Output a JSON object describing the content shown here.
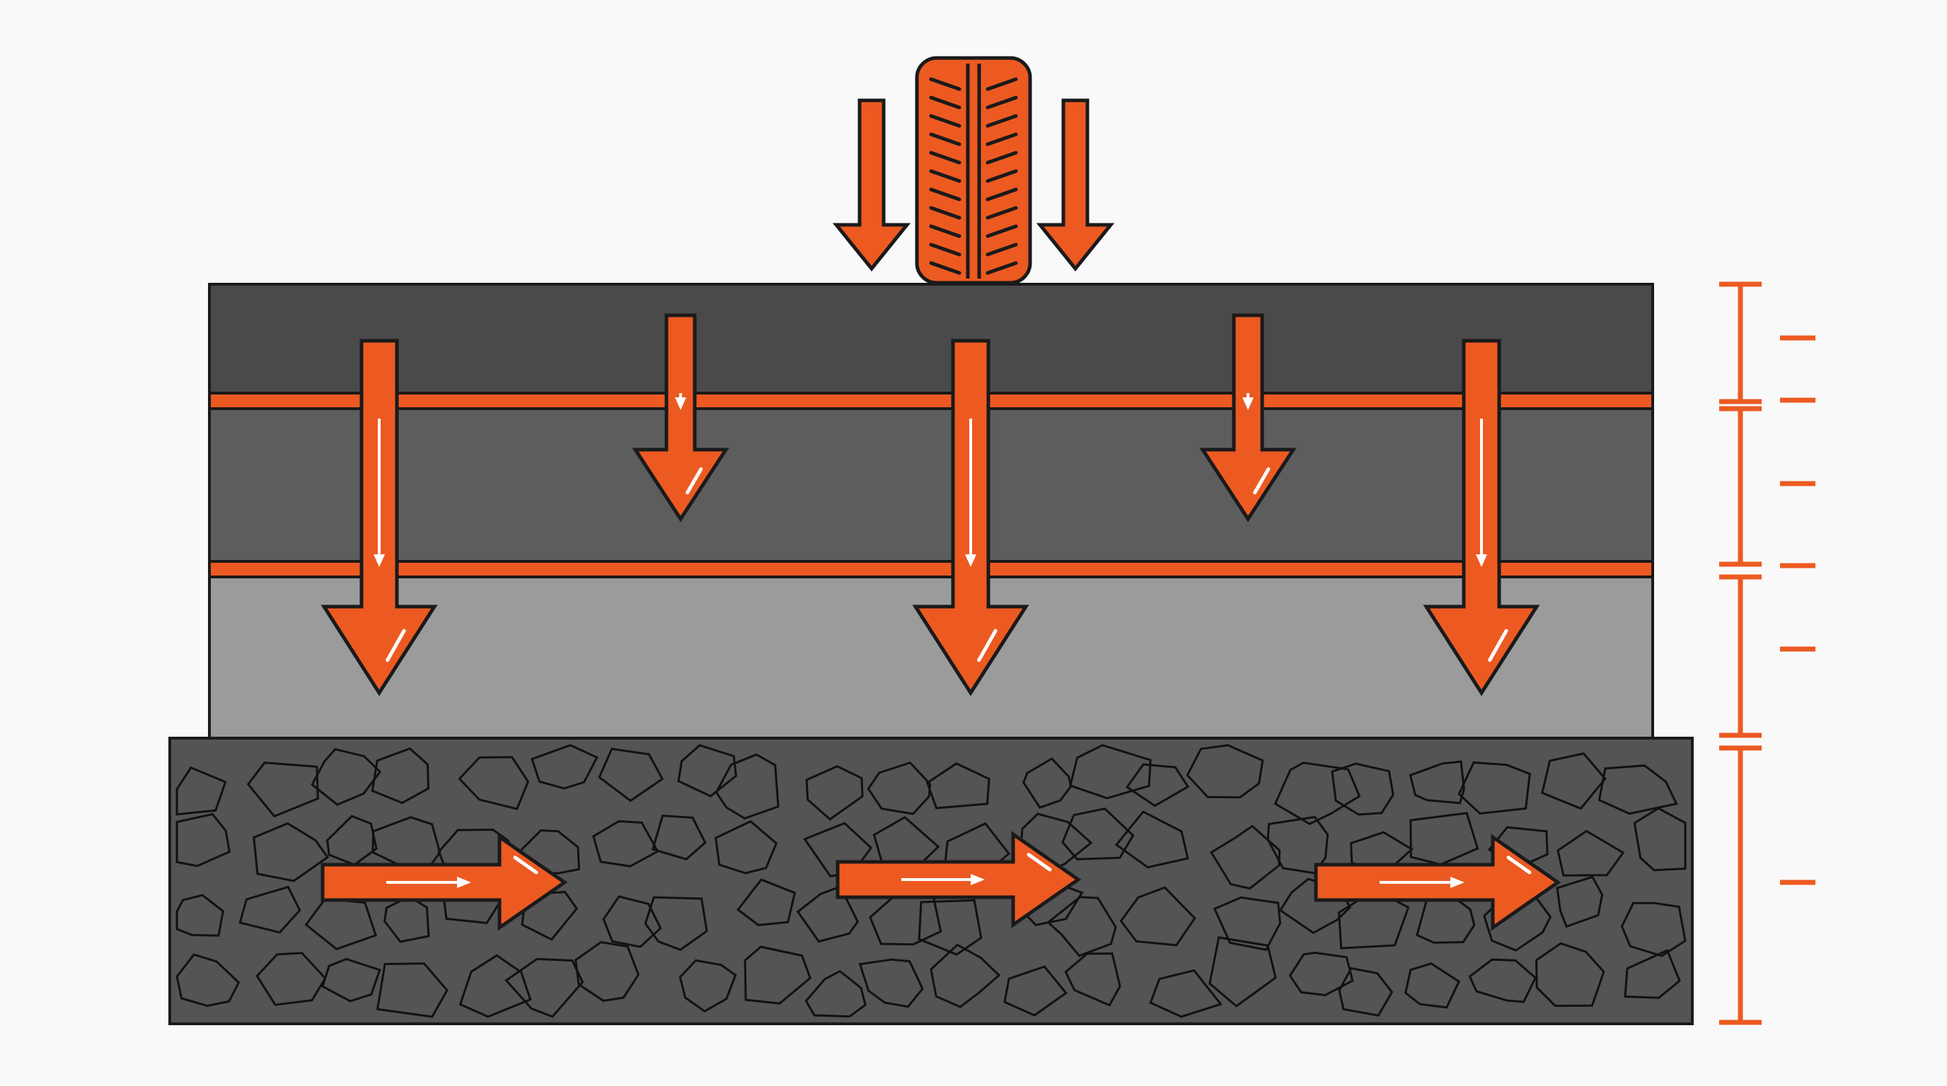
{
  "diagram": {
    "kind": "pavement load distribution cross-section",
    "colors": {
      "background": "#f9f9f9",
      "accent": "#ec5a22",
      "outline": "#1a1a1a",
      "highlight": "#ffffff",
      "layer_top": "#4a4a4a",
      "layer_second": "#5d5d5d",
      "layer_third": "#9b9b9b",
      "layer_base": "#545454"
    },
    "elements": {
      "wheel": "tire-tread-icon",
      "load_arrows_beside_wheel": 2,
      "downward_arrows": 7,
      "lateral_arrows_in_base": 3,
      "layers": 4,
      "thickness_scale_ticks": 7
    }
  }
}
